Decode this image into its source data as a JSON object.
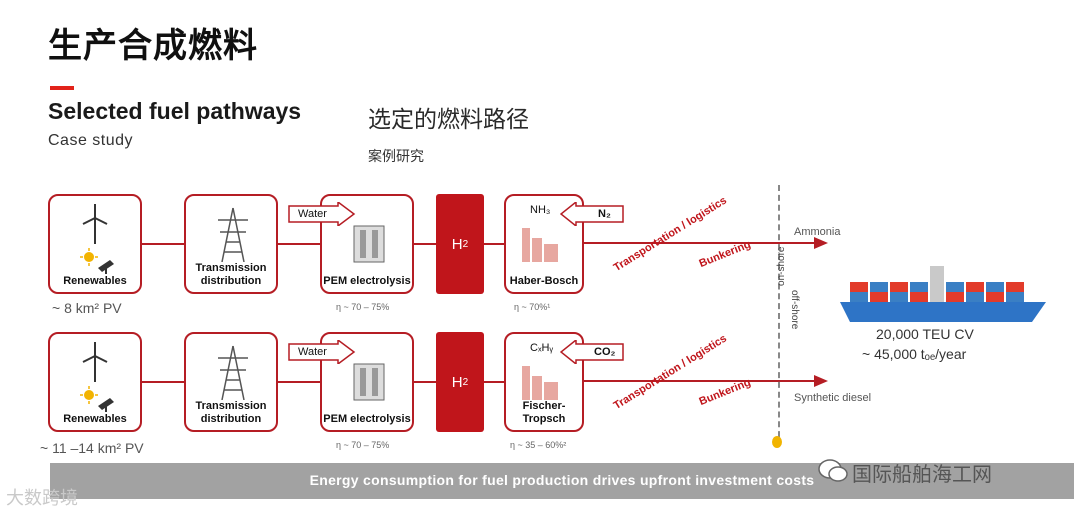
{
  "header": {
    "page_title": "生产合成燃料",
    "subtitle_en": "Selected fuel pathways",
    "subtitle_zh": "选定的燃料路径",
    "case_en": "Case study",
    "case_zh": "案例研究"
  },
  "rows": [
    {
      "renewables_label": "Renewables",
      "area_note": "~ 8 km² PV",
      "transmission_label": "Transmission distribution",
      "water_label": "Water",
      "pem_label": "PEM electrolysis",
      "pem_eff": "η ~ 70 – 75%",
      "h2_label": "H",
      "h2_sub": "2",
      "product_formula": "NH₃",
      "input_gas": "N₂",
      "synth_label": "Haber-Bosch",
      "synth_eff": "η ~ 70%¹",
      "transport_label": "Transportation / logistics",
      "bunkering_label": "Bunkering",
      "output_label": "Ammonia"
    },
    {
      "renewables_label": "Renewables",
      "area_note": "~ 11 –14 km² PV",
      "transmission_label": "Transmission distribution",
      "water_label": "Water",
      "pem_label": "PEM electrolysis",
      "pem_eff": "η ~ 70 – 75%",
      "h2_label": "H",
      "h2_sub": "2",
      "product_formula": "CₓHᵧ",
      "input_gas": "CO₂",
      "synth_label": "Fischer-Tropsch",
      "synth_eff": "η ~ 35 – 60%²",
      "transport_label": "Transportation / logistics",
      "bunkering_label": "Bunkering",
      "output_label": "Synthetic diesel"
    }
  ],
  "shore": {
    "on_shore": "on-shore",
    "off_shore": "off-shore"
  },
  "ship": {
    "capacity": "20,000 TEU CV",
    "consumption": "~ 45,000 tₒₑ/year"
  },
  "banner": {
    "text": "Energy consumption for fuel production drives upfront investment costs"
  },
  "watermarks": {
    "left": "大数跨境",
    "right": "国际船舶海工网"
  },
  "colors": {
    "accent": "#c0151b",
    "border": "#b51d24",
    "banner": "#a2a2a2"
  },
  "icons": [
    "wind-turbine-icon",
    "sun-icon",
    "solar-panel-icon",
    "pylon-icon",
    "electrolyzer-icon",
    "plant-icon",
    "container-ship-icon",
    "wechat-icon"
  ]
}
